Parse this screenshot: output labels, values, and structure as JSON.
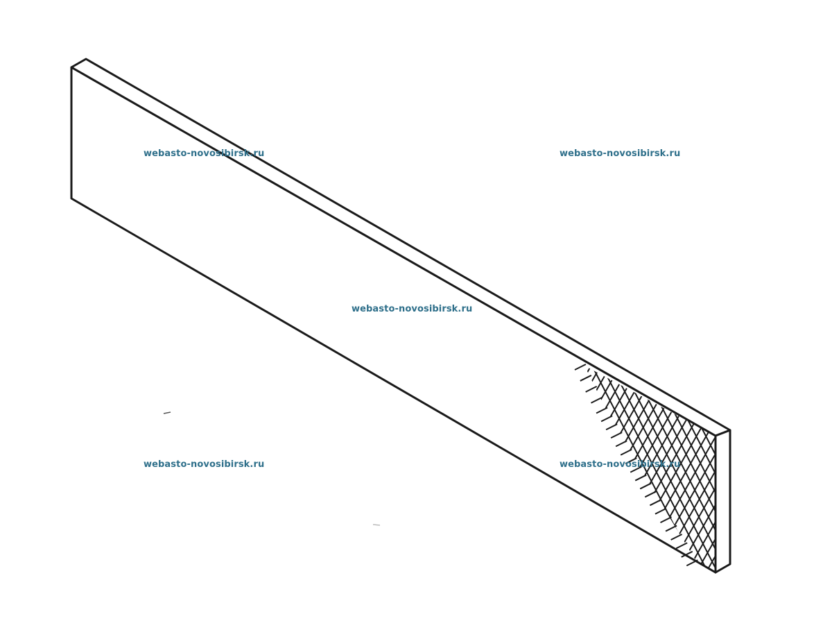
{
  "watermarks": [
    "webasto-novosibirsk.ru",
    "webasto-novosibirsk.ru",
    "webasto-novosibirsk.ru",
    "webasto-novosibirsk.ru",
    "webasto-novosibirsk.ru"
  ],
  "colors": {
    "line": "#1a1a1a",
    "watermark": "#2e6f8a",
    "background": "#ffffff"
  },
  "diagram": {
    "subject": "filter-panel-isometric",
    "mesh_pattern": "crosshatch"
  }
}
